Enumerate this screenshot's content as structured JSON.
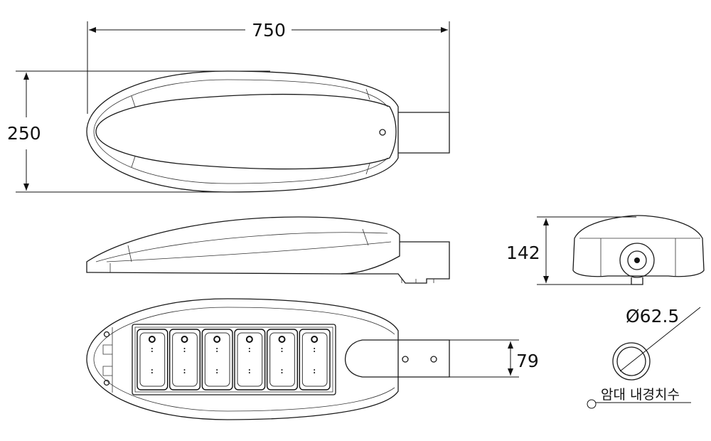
{
  "dimensions": {
    "length": "750",
    "width": "250",
    "height": "142",
    "arm_width": "79",
    "pipe_diameter": "Ø62.5"
  },
  "notes": {
    "pipe_label": "암대 내경치수"
  },
  "led_modules": {
    "count": 6
  }
}
